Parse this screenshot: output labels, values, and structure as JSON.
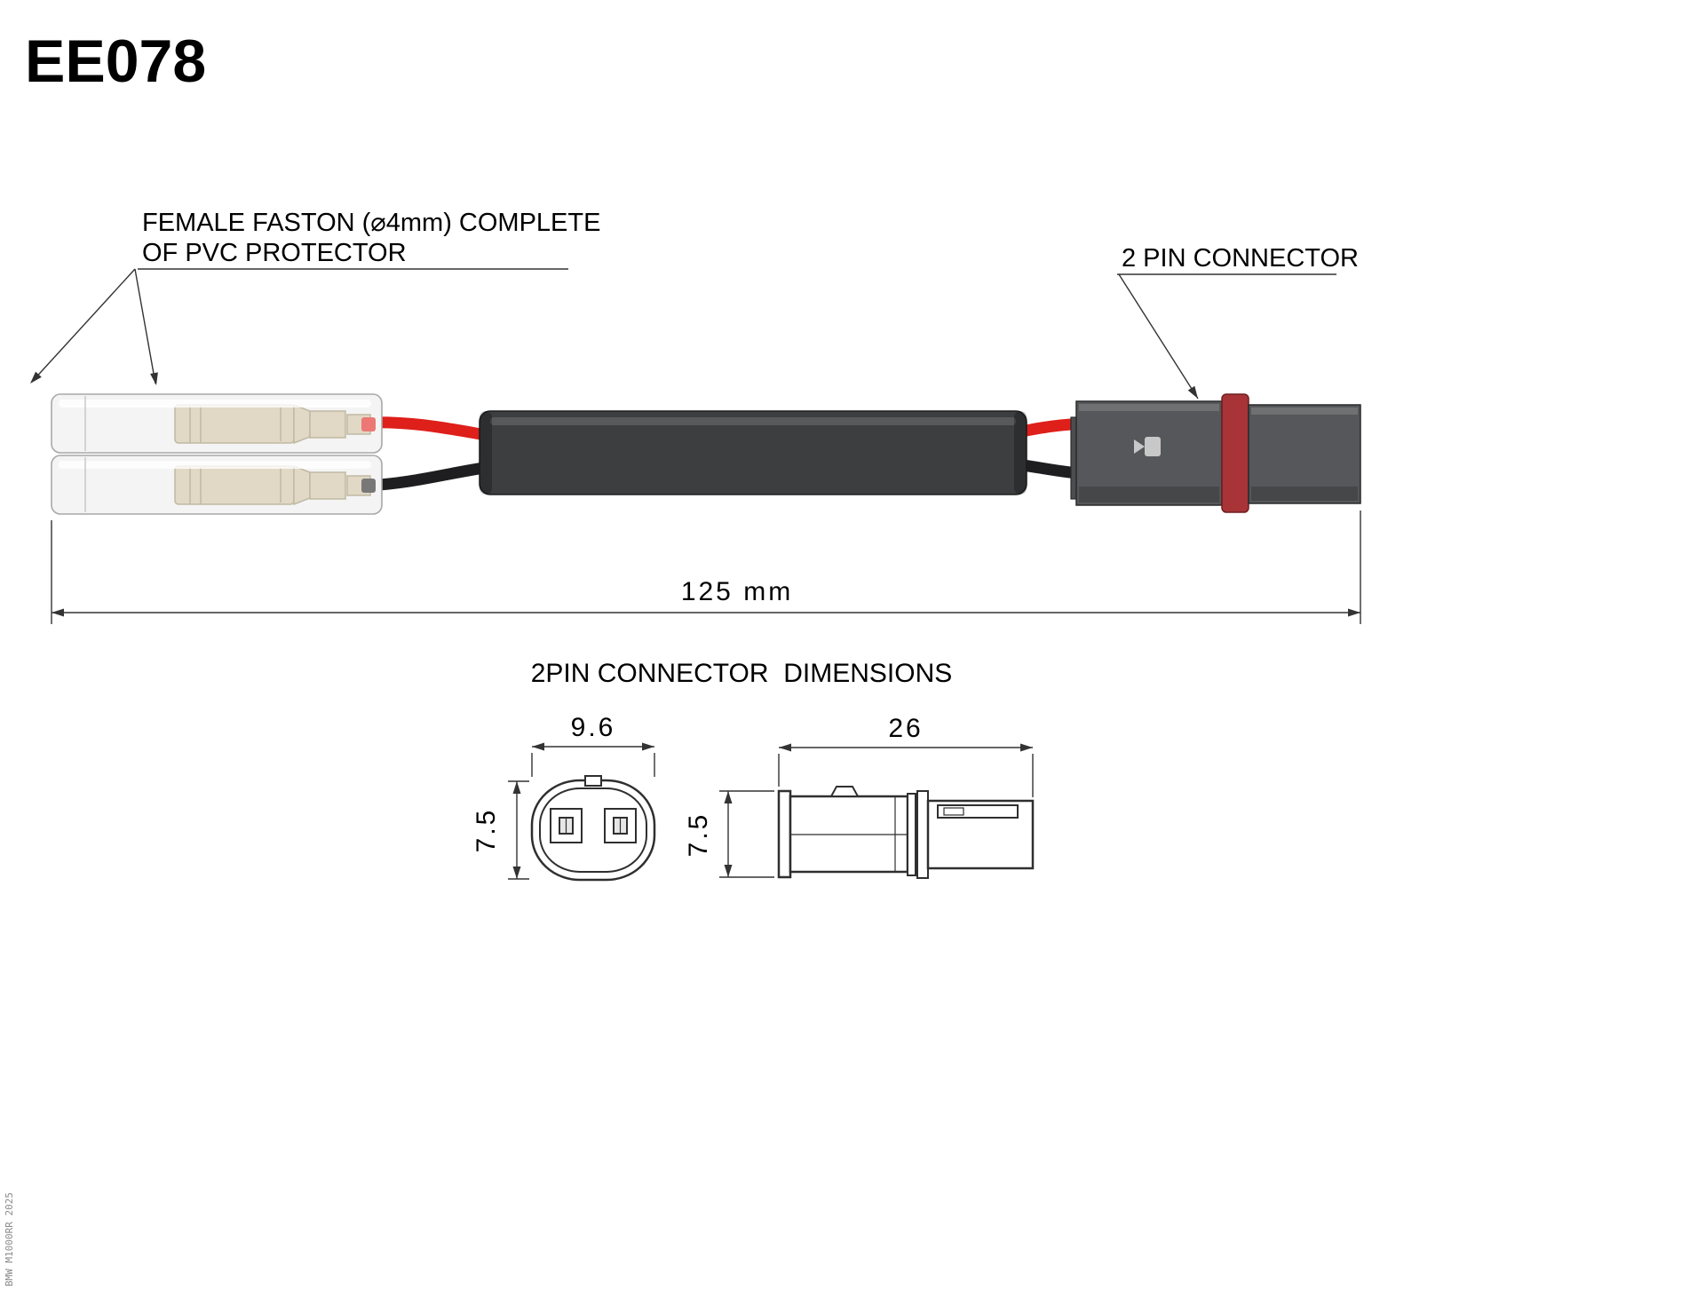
{
  "title": "EE078",
  "labels": {
    "faston_line1": "FEMALE FASTON (⌀4mm) COMPLETE",
    "faston_line2": "OF PVC PROTECTOR",
    "pin_connector": "2 PIN CONNECTOR",
    "section_title": "2PIN CONNECTOR  DIMENSIONS"
  },
  "dimensions": {
    "overall_length": "125 mm",
    "front_width": "9.6",
    "front_height": "7.5",
    "side_length": "26",
    "side_height": "7.5"
  },
  "watermark": "BMW M1000RR 2025",
  "colors": {
    "wire_red": "#de1f1a",
    "wire_black": "#1e1e20",
    "sleeve": "#3d3e40",
    "connector_body": "#55575a",
    "seal_ring": "#a83437",
    "terminal": "#cdbf9f",
    "faston_shell": "#ededed"
  }
}
